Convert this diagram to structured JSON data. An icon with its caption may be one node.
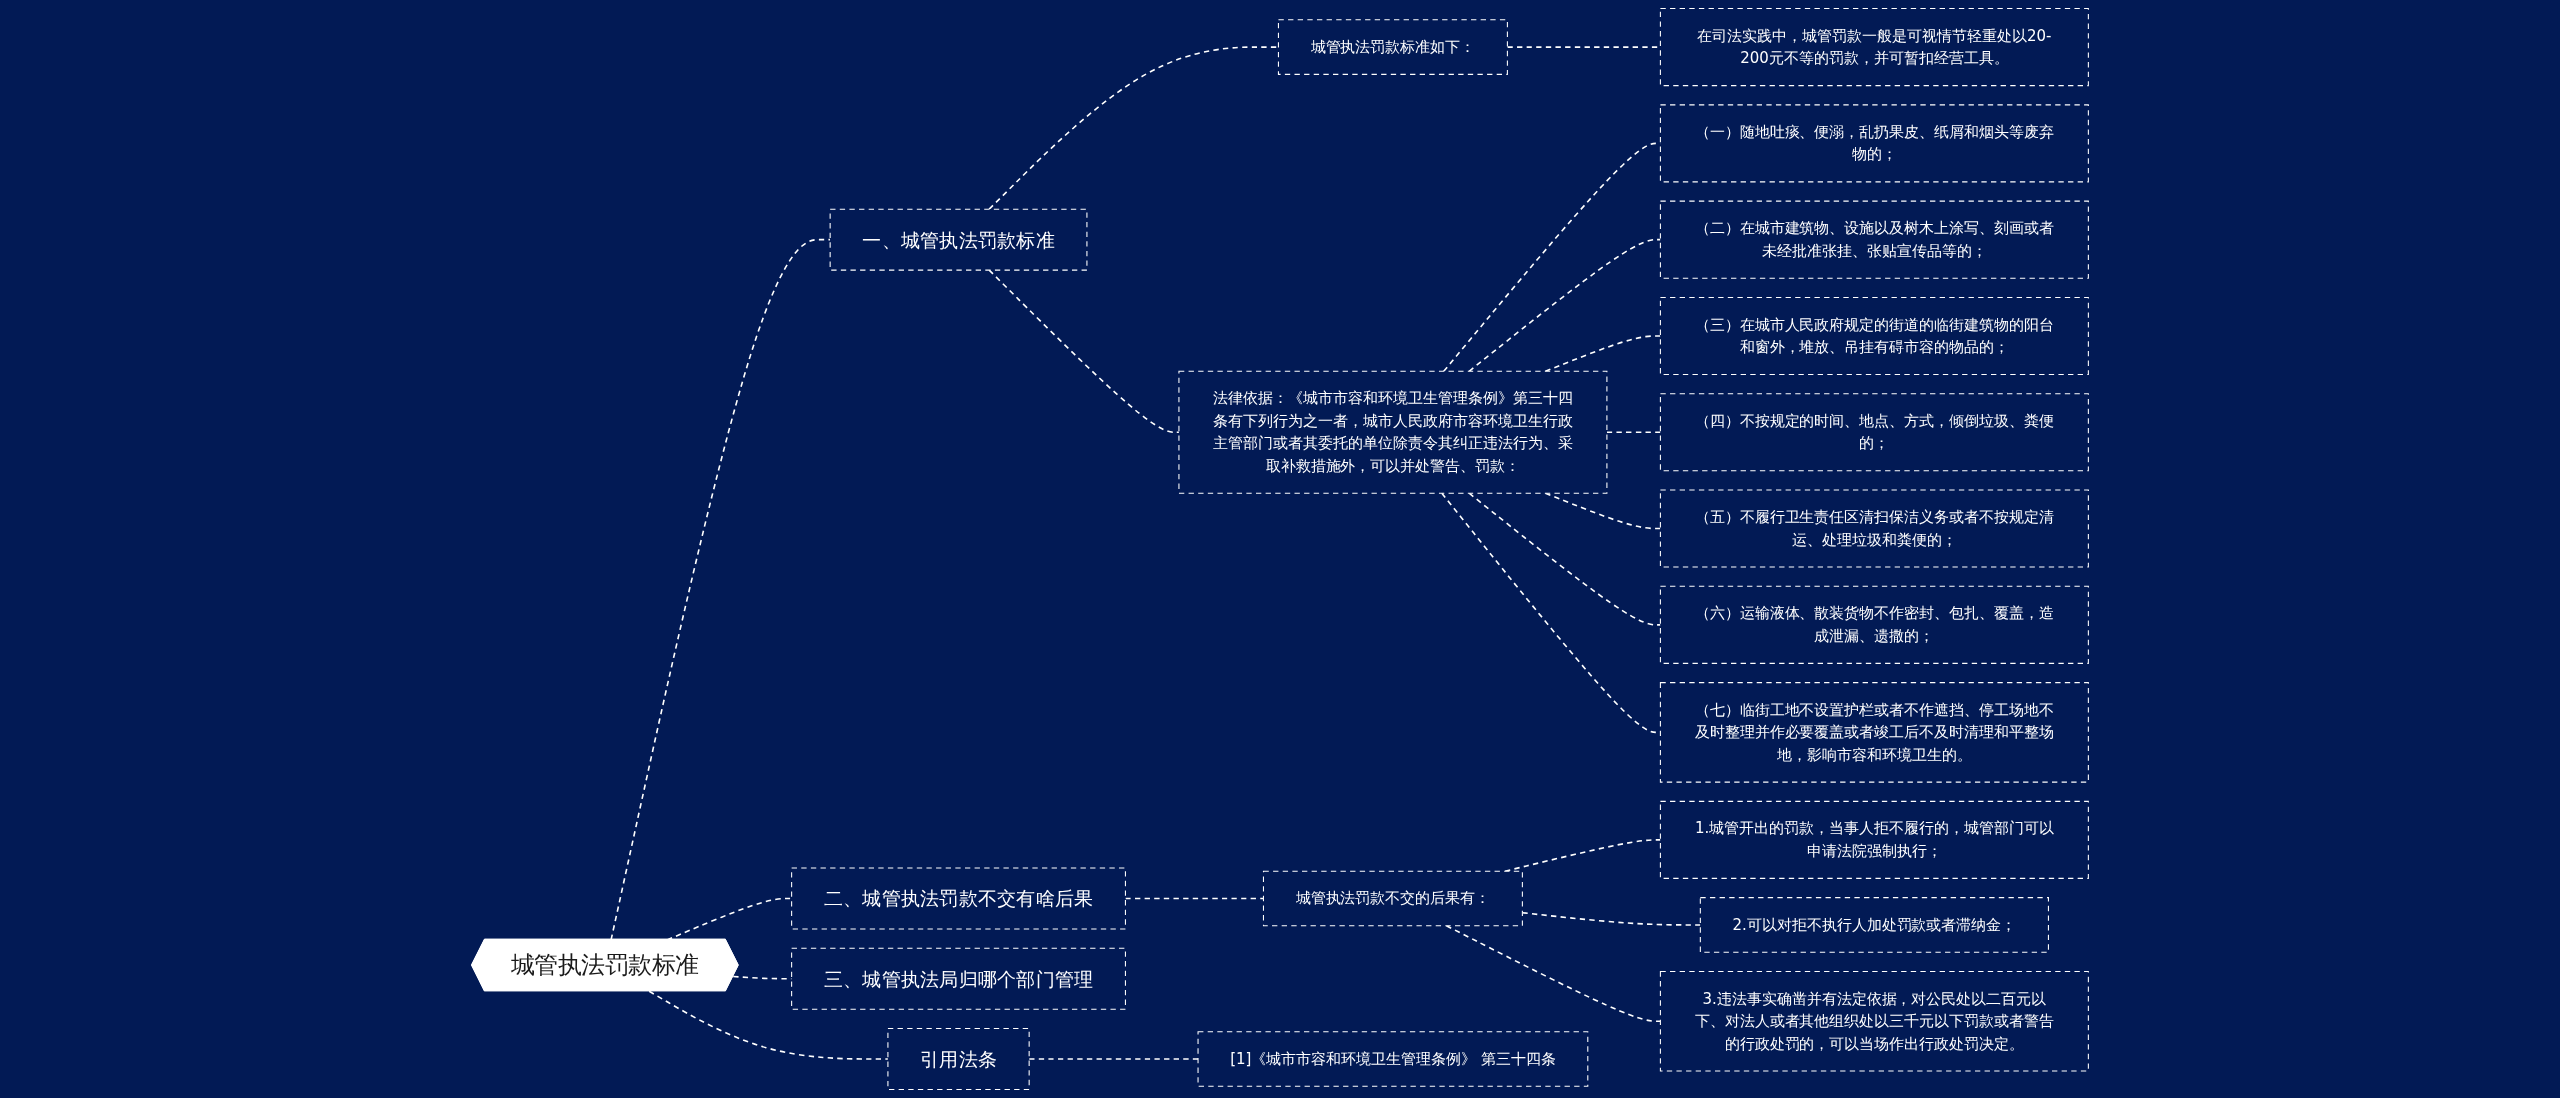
{
  "diagram": {
    "nodes": [
      {
        "text": [
          "城管执法罚款标准"
        ]
      },
      {
        "text": [
          "一、城管执法罚款标准"
        ]
      },
      {
        "text": [
          "城管执法罚款标准如下："
        ]
      },
      {
        "text": [
          "在司法实践中，城管罚款一般是可视情节轻重处以20-200元不等的罚款，并可暂扣经营工具。"
        ]
      },
      {
        "text": [
          "法律依据：《城市市容和环境卫生管理条例》第三十四条有下列行为之一者，城市人民政府市容环境卫生行政主管部门或者其委托的单位除责令其纠正违法行为、采取补救措施外，可以并处警告、罚款："
        ]
      },
      {
        "text": [
          "（一）随地吐痰、便溺，乱扔果皮、纸屑和烟头等废弃物的；"
        ]
      },
      {
        "text": [
          "（二）在城市建筑物、设施以及树木上涂写、刻画或者未经批准张挂、张贴宣传品等的；"
        ]
      },
      {
        "text": [
          "（三）在城市人民政府规定的街道的临街建筑物的阳台和窗外，堆放、吊挂有碍市容的物品的；"
        ]
      },
      {
        "text": [
          "（四）不按规定的时间、地点、方式，倾倒垃圾、粪便的；"
        ]
      },
      {
        "text": [
          "（五）不履行卫生责任区清扫保洁义务或者不按规定清运、处理垃圾和粪便的；"
        ]
      },
      {
        "text": [
          "（六）运输液体、散装货物不作密封、包扎、覆盖，造成泄漏、遗撒的；"
        ]
      },
      {
        "text": [
          "（七）临街工地不设置护栏或者不作遮挡、停工场地不及时整理并作必要覆盖或者竣工后不及时清理和平整场地，影响市容和环境卫生的。"
        ]
      },
      {
        "text": [
          "二、城管执法罚款不交有啥后果"
        ]
      },
      {
        "text": [
          "城管执法罚款不交的后果有："
        ]
      },
      {
        "text": [
          "1.城管开出的罚款，当事人拒不履行的，城管部门可以申请法院强制执行；"
        ]
      },
      {
        "text": [
          "2.可以对拒不执行人加处罚款或者滞纳金；"
        ]
      },
      {
        "text": [
          "3.违法事实确凿并有法定依据，对公民处以二百元以下、对法人或者其他组织处以三千元以下罚款或者警告的行政处罚的，可以当场作出行政处罚决定。"
        ]
      },
      {
        "text": [
          "引用法条"
        ]
      },
      {
        "text": [
          "[1]《城市市容和环境卫生管理条例》 第三十四条"
        ]
      },
      {
        "text": [
          "三、城管执法局归哪个部门管理"
        ]
      }
    ],
    "edges": [
      {
        "from": 0,
        "to": 1,
        "arrow": "none",
        "style": "dashed"
      },
      {
        "from": 1,
        "to": 2,
        "arrow": "none",
        "style": "dashed"
      },
      {
        "from": 2,
        "to": 3,
        "arrow": "none",
        "style": "dashed"
      },
      {
        "from": 1,
        "to": 4,
        "arrow": "none",
        "style": "dashed"
      },
      {
        "from": 4,
        "to": 5,
        "arrow": "none",
        "style": "dashed"
      },
      {
        "from": 4,
        "to": 6,
        "arrow": "none",
        "style": "dashed"
      },
      {
        "from": 4,
        "to": 7,
        "arrow": "none",
        "style": "dashed"
      },
      {
        "from": 4,
        "to": 8,
        "arrow": "none",
        "style": "dashed"
      },
      {
        "from": 4,
        "to": 9,
        "arrow": "none",
        "style": "dashed"
      },
      {
        "from": 4,
        "to": 10,
        "arrow": "none",
        "style": "dashed"
      },
      {
        "from": 4,
        "to": 11,
        "arrow": "none",
        "style": "dashed"
      },
      {
        "from": 0,
        "to": 12,
        "arrow": "none",
        "style": "dashed"
      },
      {
        "from": 12,
        "to": 13,
        "arrow": "none",
        "style": "dashed"
      },
      {
        "from": 13,
        "to": 14,
        "arrow": "none",
        "style": "dashed"
      },
      {
        "from": 13,
        "to": 15,
        "arrow": "none",
        "style": "dashed"
      },
      {
        "from": 13,
        "to": 16,
        "arrow": "none",
        "style": "dashed"
      },
      {
        "from": 0,
        "to": 17,
        "arrow": "none",
        "style": "dashed"
      },
      {
        "from": 17,
        "to": 18,
        "arrow": "none",
        "style": "dashed"
      },
      {
        "from": 0,
        "to": 19,
        "arrow": "none",
        "style": "dashed"
      }
    ]
  }
}
